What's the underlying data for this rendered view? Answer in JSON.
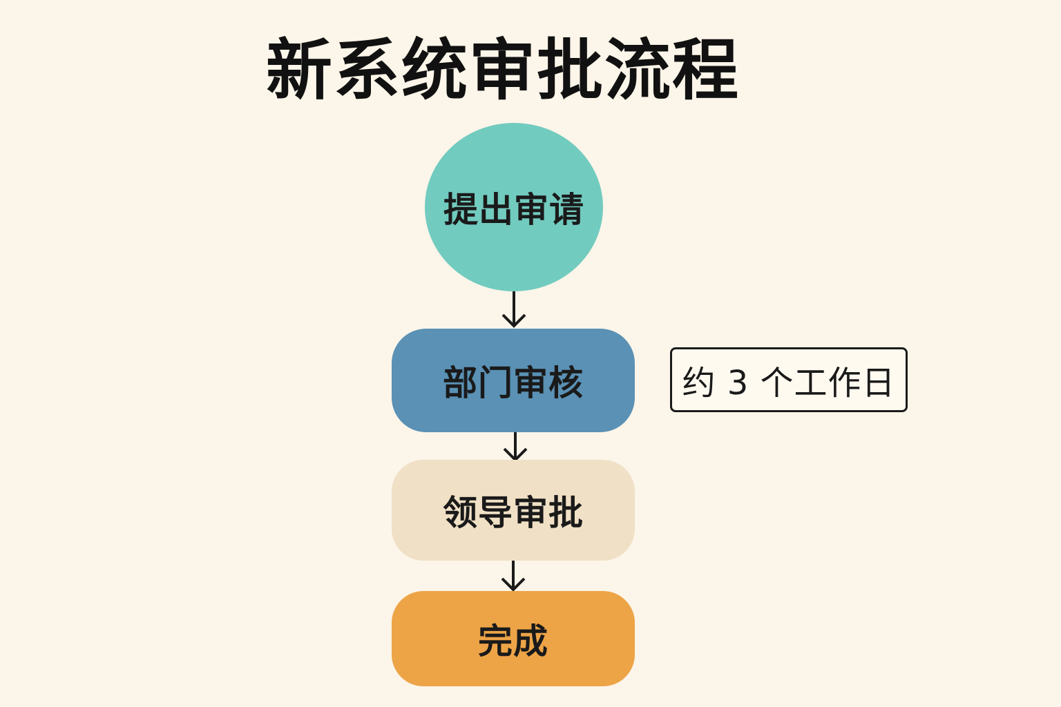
{
  "title": "新系统审批流程",
  "colors": {
    "background": "#fcf5e9",
    "submit": "#72cbbf",
    "department": "#5a91b5",
    "leader": "#f0e0c5",
    "complete": "#eda447",
    "text": "#1a1a1a"
  },
  "flow": {
    "steps": [
      {
        "label": "提出审请"
      },
      {
        "label": "部门审核"
      },
      {
        "label": "领导审批"
      },
      {
        "label": "完成"
      }
    ]
  },
  "note": {
    "text": "约 3 个工作日"
  }
}
